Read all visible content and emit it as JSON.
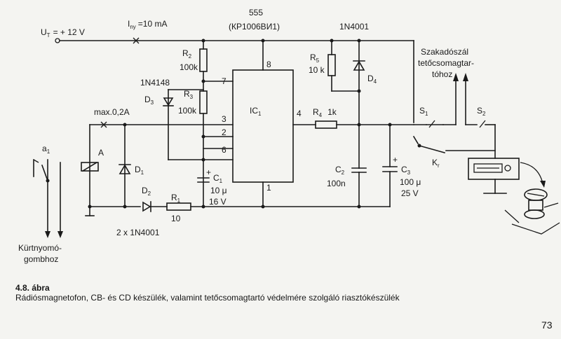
{
  "labels": {
    "supply": "U",
    "supply_sub": "T",
    "supply_val": "= + 12 V",
    "idle": "I",
    "idle_sub": "ny",
    "idle_val": "=10 mA",
    "ic_type": "555",
    "ic_ru": "(КР1006ВИ1)",
    "d4_type": "1N4001",
    "d3_type": "1N4148",
    "r2": "R",
    "r2_sub": "2",
    "r2_val": "100k",
    "r3": "R",
    "r3_sub": "3",
    "r3_val": "100k",
    "r5": "R",
    "r5_sub": "5",
    "r5_val": "10 k",
    "d3": "D",
    "d3_sub": "3",
    "d4": "D",
    "d4_sub": "4",
    "ic": "IC",
    "ic_sub": "1",
    "pin7": "7",
    "pin8": "8",
    "pin3": "3",
    "pin2": "2",
    "pin6": "6",
    "pin1": "1",
    "pin4": "4",
    "max_current": "max.0,2A",
    "r4": "R",
    "r4_sub": "4",
    "r4_val": "1k",
    "a1": "a",
    "a1_sub": "1",
    "relay_a": "A",
    "d1": "D",
    "d1_sub": "1",
    "c1": "C",
    "c1_sub": "1",
    "c1_val1": "10 μ",
    "c1_val2": "16 V",
    "c2": "C",
    "c2_sub": "2",
    "c2_val": "100n",
    "c3": "C",
    "c3_sub": "3",
    "c3_val1": "100 μ",
    "c3_val2": "25 V",
    "d2": "D",
    "d2_sub": "2",
    "r1": "R",
    "r1_sub": "1",
    "r1_val": "10",
    "d2_type": "2 x 1N4001",
    "horn_line1": "Kürtnyomó-",
    "horn_line2": "gombhoz",
    "wire_line1": "Szakadószál",
    "wire_line2": "tetőcsomagtar-",
    "wire_line3": "tóhoz",
    "s1": "S",
    "s1_sub": "1",
    "s2": "S",
    "s2_sub": "2",
    "kr": "K",
    "kr_sub": "r",
    "plus": "+"
  },
  "caption": {
    "title": "4.8. ábra",
    "text": "Rádiósmagnetofon, CB- és CD készülék, valamint tetőcsomagtartó védelmére szolgáló riasztókészülék"
  },
  "page_number": "73"
}
